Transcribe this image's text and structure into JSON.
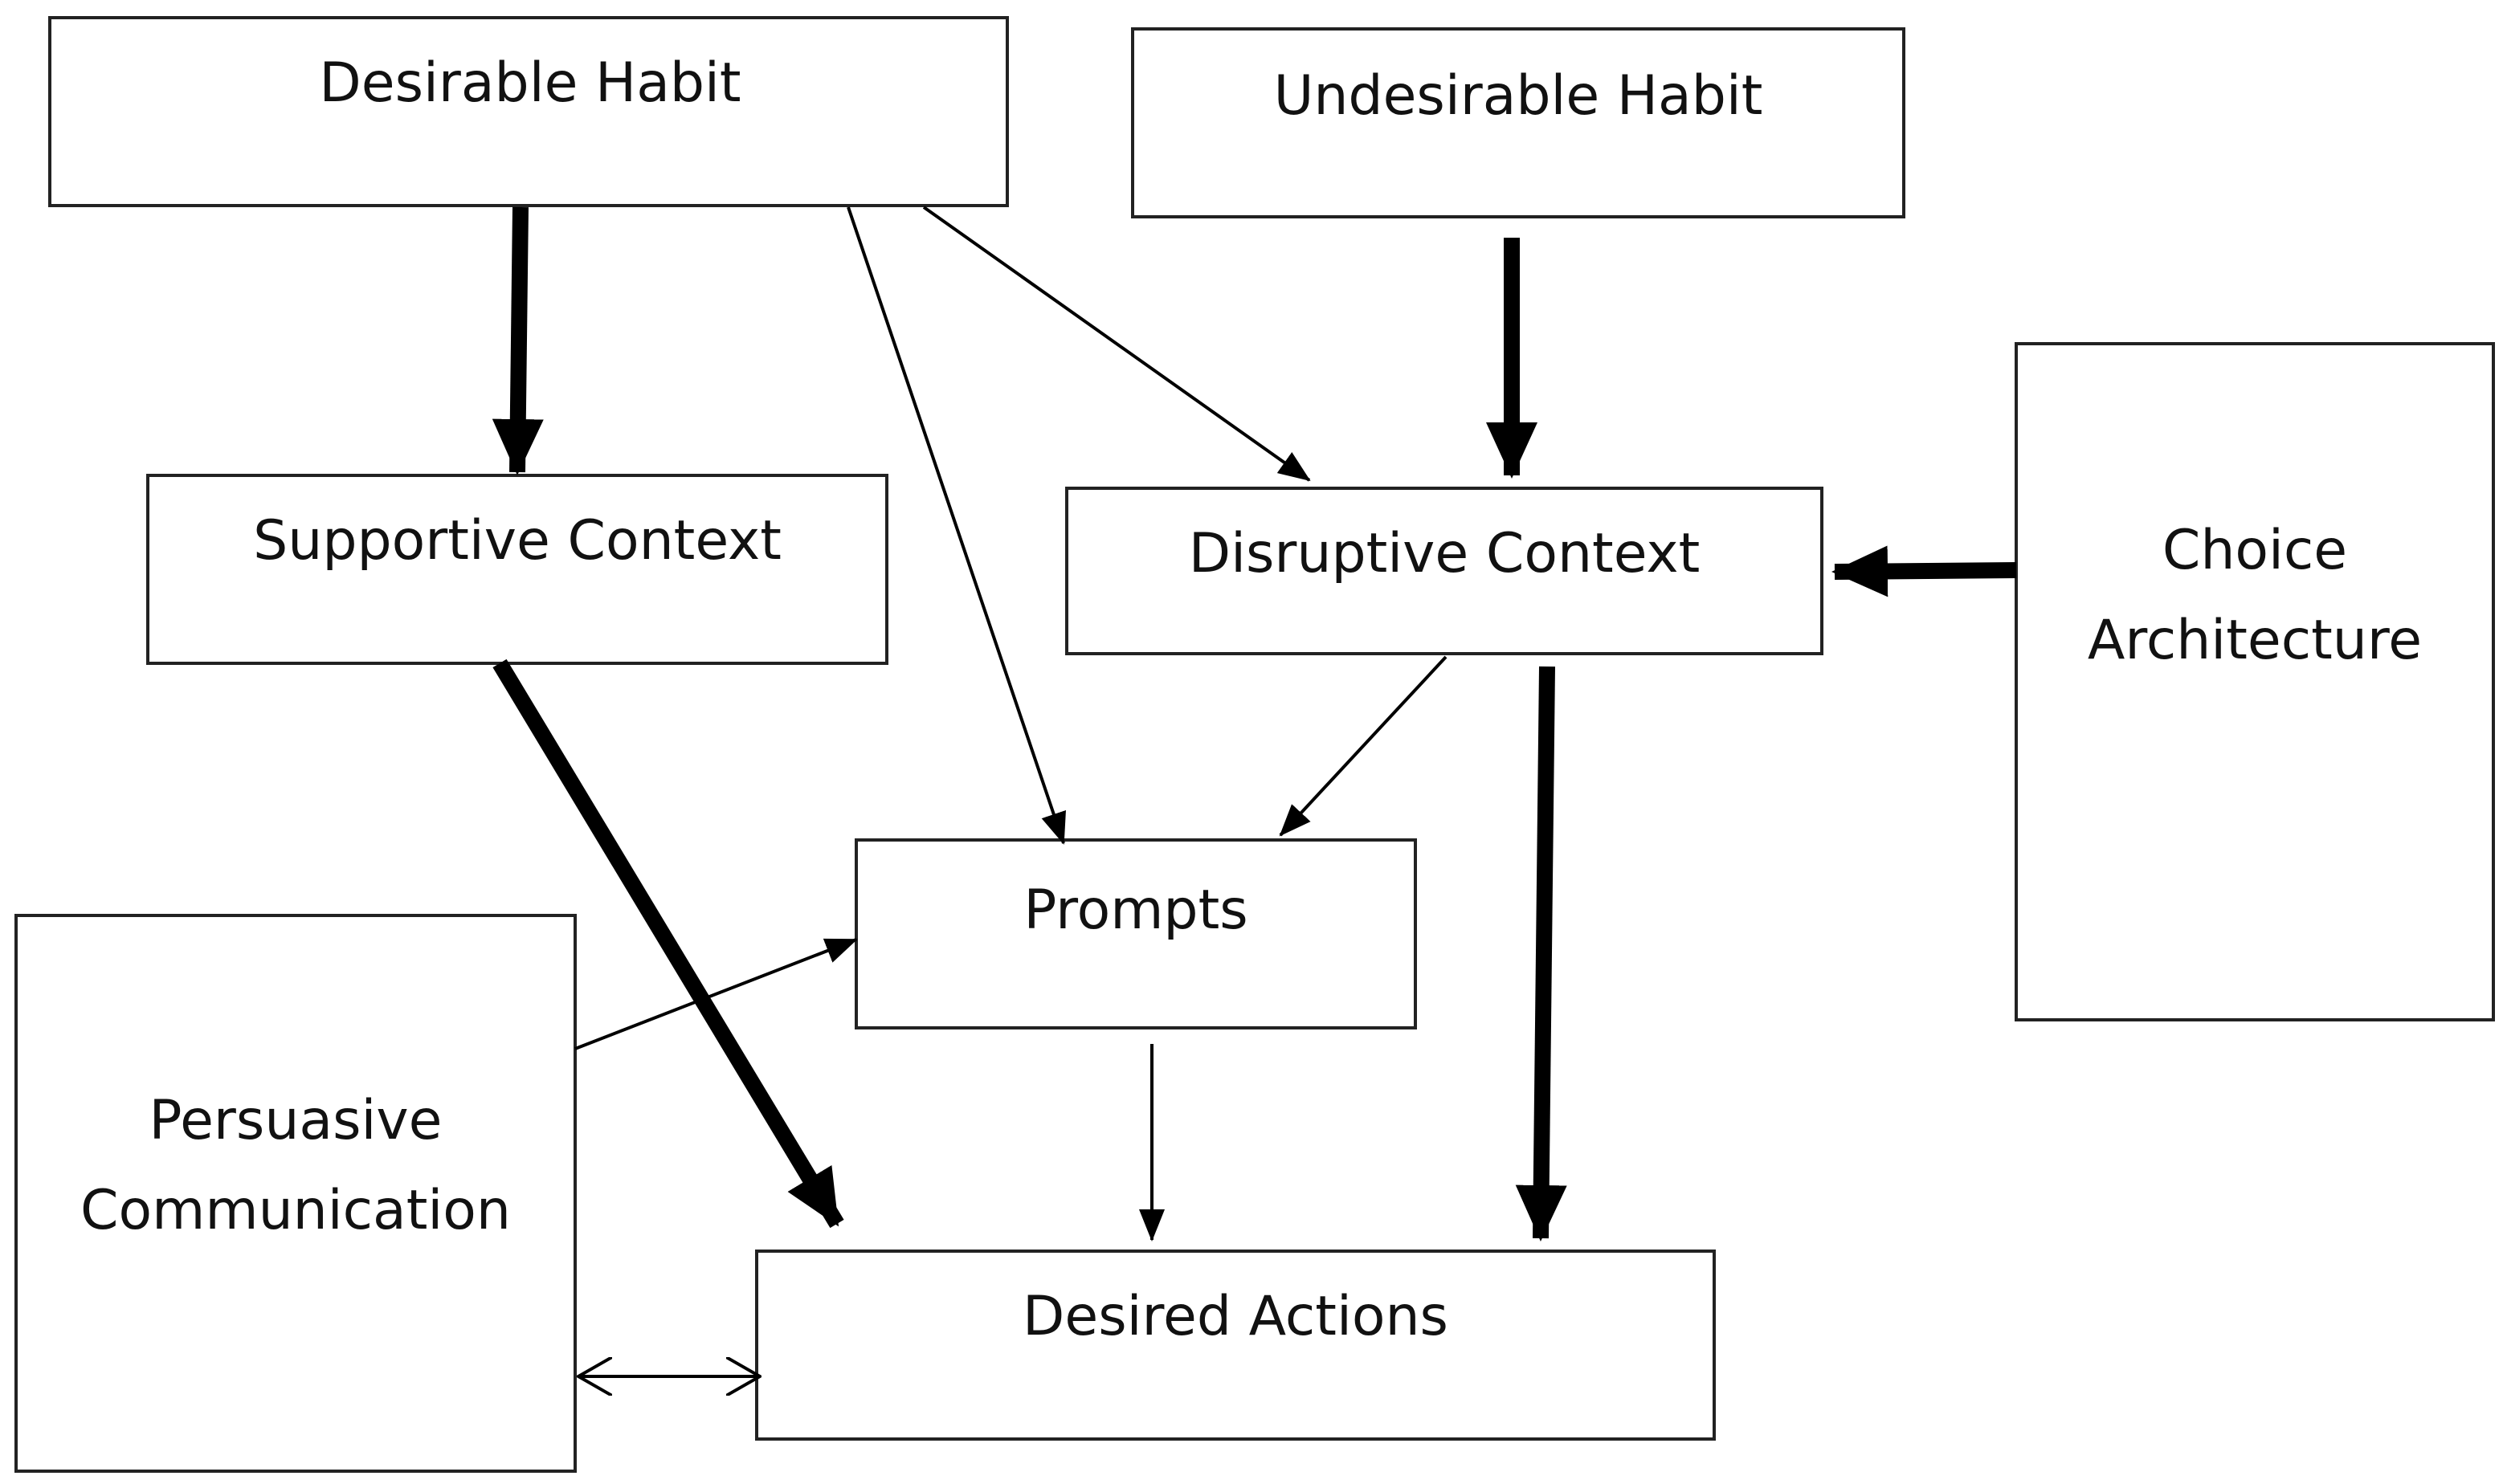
{
  "nodes": {
    "desirable_habit": "Desirable Habit",
    "undesirable_habit": "Undesirable Habit",
    "supportive_context": "Supportive Context",
    "disruptive_context": "Disruptive Context",
    "choice_architecture": {
      "line1": "Choice",
      "line2": "Architecture"
    },
    "prompts": "Prompts",
    "persuasive_communication": {
      "line1": "Persuasive",
      "line2": "Communication"
    },
    "desired_actions": "Desired Actions"
  },
  "edges": [
    {
      "from": "Desirable Habit",
      "to": "Supportive Context",
      "weight": "heavy"
    },
    {
      "from": "Desirable Habit",
      "to": "Prompts",
      "weight": "light"
    },
    {
      "from": "Desirable Habit",
      "to": "Disruptive Context",
      "weight": "light"
    },
    {
      "from": "Undesirable Habit",
      "to": "Disruptive Context",
      "weight": "heavy"
    },
    {
      "from": "Choice Architecture",
      "to": "Disruptive Context",
      "weight": "heavy"
    },
    {
      "from": "Disruptive Context",
      "to": "Prompts",
      "weight": "light"
    },
    {
      "from": "Disruptive Context",
      "to": "Desired Actions",
      "weight": "heavy"
    },
    {
      "from": "Supportive Context",
      "to": "Desired Actions",
      "weight": "heavy"
    },
    {
      "from": "Persuasive Communication",
      "to": "Prompts",
      "weight": "light"
    },
    {
      "from": "Prompts",
      "to": "Desired Actions",
      "weight": "light"
    },
    {
      "from": "Persuasive Communication",
      "to": "Desired Actions",
      "weight": "light",
      "bidirectional": true
    }
  ]
}
